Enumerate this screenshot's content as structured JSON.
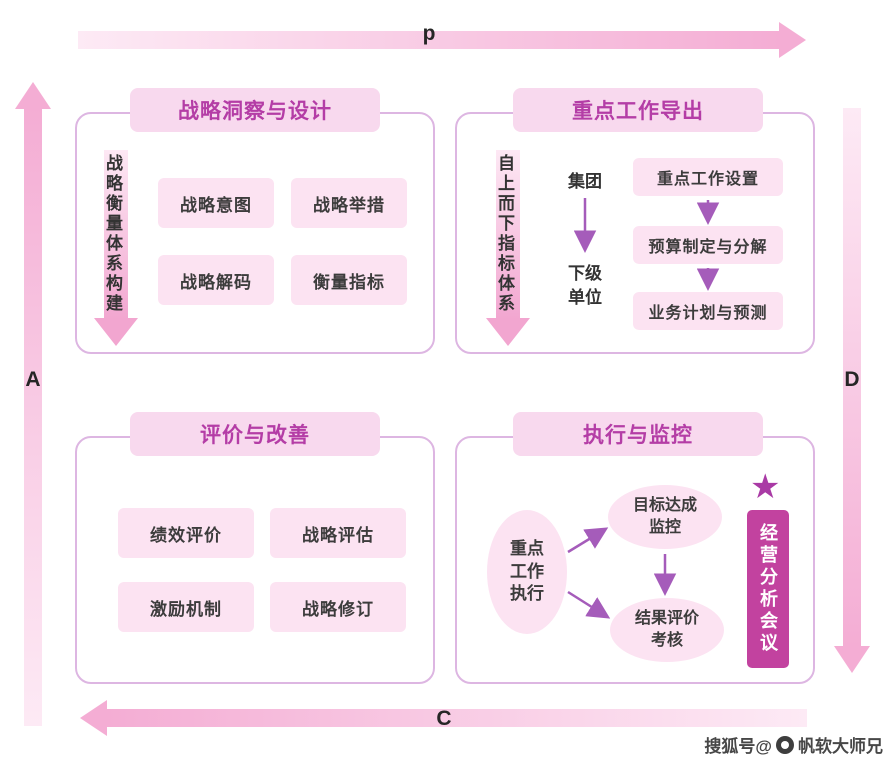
{
  "edge_labels": {
    "top": "p",
    "left": "A",
    "right": "D",
    "bottom": "C"
  },
  "quadrants": {
    "strategy_design": {
      "title": "战略洞察与设计",
      "side_arrow_label": "战略衡量体系构建",
      "boxes": [
        "战略意图",
        "战略举措",
        "战略解码",
        "衡量指标"
      ]
    },
    "key_work": {
      "title": "重点工作导出",
      "side_arrow_label": "自上而下指标体系",
      "org_top": "集团",
      "org_bottom": "下级\n单位",
      "steps": [
        "重点工作设置",
        "预算制定与分解",
        "业务计划与预测"
      ]
    },
    "evaluation": {
      "title": "评价与改善",
      "boxes": [
        "绩效评价",
        "战略评估",
        "激励机制",
        "战略修订"
      ]
    },
    "execution": {
      "title": "执行与监控",
      "node_main": "重点\n工作\n执行",
      "node_monitor": "目标达成\n监控",
      "node_result": "结果评价\n考核",
      "banner": "经营分析会议"
    }
  },
  "icons": {
    "star": "★"
  },
  "watermark": {
    "prefix": "搜狐号@",
    "name": "帆软大师兄"
  },
  "colors": {
    "title_text": "#b43da6",
    "panel_border": "#ddb6e2",
    "box_bg": "#fce3f2",
    "arrow_light": "#fdeaf5",
    "arrow_deep": "#f4add4",
    "connector": "#a55cba",
    "banner_bg": "#c2429f",
    "star": "#a93aa5"
  }
}
